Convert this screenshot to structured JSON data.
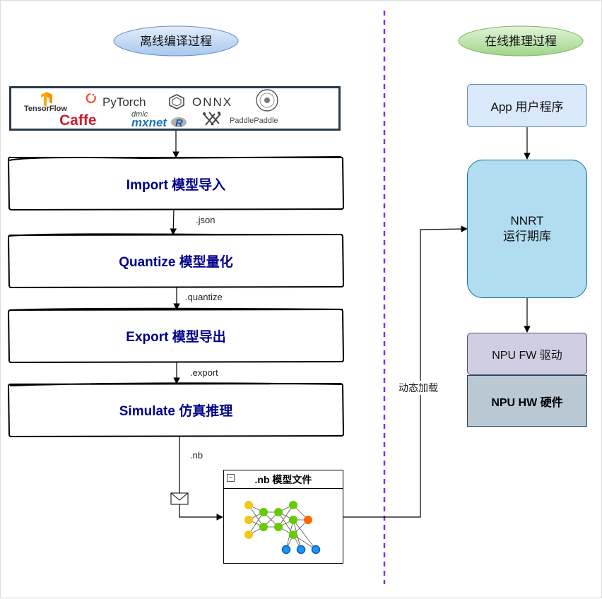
{
  "colors": {
    "offline_pill": "#c7dcf4",
    "online_pill": "#b9e2a7",
    "app_fill": "#dae8fc",
    "nnrt_fill": "#b1ddf0",
    "fw_fill": "#d0cee2",
    "hw_fill": "#bac8d3",
    "step_text": "#00008b",
    "divider": "#8a2be2",
    "accent_orange": "#ff7f0e",
    "net_yellow": "#f5c518",
    "net_green": "#66cc00",
    "net_orange": "#ff6600",
    "net_blue": "#1e90ff"
  },
  "headers": {
    "offline": "离线编译过程",
    "online": "在线推理过程"
  },
  "frameworks": {
    "tensorflow": "TensorFlow",
    "pytorch": "PyTorch",
    "onnx": "ONNX",
    "caffe": "Caffe",
    "mxnet_top": "dmlc",
    "mxnet": "mxnet",
    "mxnet_r": "R",
    "paddle": "PaddlePaddle"
  },
  "steps": [
    {
      "label": "Import 模型导入"
    },
    {
      "label": "Quantize 模型量化"
    },
    {
      "label": "Export 模型导出"
    },
    {
      "label": "Simulate 仿真推理"
    }
  ],
  "edge_labels": {
    "json": ".json",
    "quantize": ".quantize",
    "export": ".export",
    "nb": ".nb",
    "dynamic_load": "动态加载"
  },
  "nb_file": {
    "title": ".nb 模型文件",
    "collapse_symbol": "−"
  },
  "online": {
    "app": "App 用户程序",
    "nnrt_line1": "NNRT",
    "nnrt_line2": "运行期库",
    "npu_fw": "NPU FW 驱动",
    "npu_hw": "NPU HW 硬件"
  }
}
